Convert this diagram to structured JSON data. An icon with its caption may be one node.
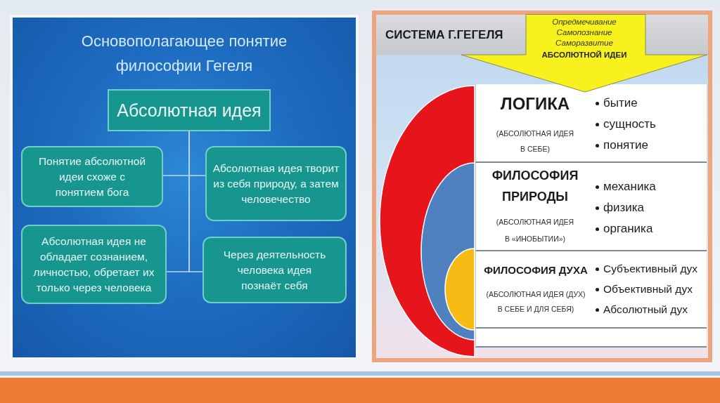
{
  "diagram": {
    "nodes": [
      {
        "text": [
          "Основополагающее понятие философии Гегеля"
        ]
      },
      {
        "text": [
          "Абсолютная идея"
        ],
        "in": 0
      },
      {
        "text": [
          "Понятие абсолютной идеи схоже с понятием бога"
        ],
        "in": 0
      },
      {
        "text": [
          "Абсолютная идея творит из себя природу, а затем человечество"
        ],
        "in": 0
      },
      {
        "text": [
          "Абсолютная идея не обладает сознанием, личностью, обретает их только через человека"
        ],
        "in": 0
      },
      {
        "text": [
          "Через деятельность человека идея познаёт себя"
        ],
        "in": 0
      },
      {
        "text": [
          "СИСТЕМА Г.ГЕГЕЛЯ"
        ]
      },
      {
        "text": [
          "Опредмечивание Самопознание Саморазвитие",
          "АБСОЛЮТНОЙ ИДЕИ"
        ],
        "in": 6
      },
      {
        "text": [
          "ЛОГИКА",
          "(АБСОЛЮТНАЯ ИДЕЯ В СЕБЕ)",
          "бытие",
          "сущность",
          "понятие"
        ],
        "in": 6
      },
      {
        "text": [
          "ФИЛОСОФИЯ ПРИРОДЫ",
          "(АБСОЛЮТНАЯ ИДЕЯ В «ИНОБЫТИИ»)",
          "механика",
          "физика",
          "органика"
        ],
        "in": 6
      },
      {
        "text": [
          "ФИЛОСОФИЯ ДУХА",
          "(АБСОЛЮТНАЯ ИДЕЯ (ДУХ) В СЕБЕ И ДЛЯ СЕБЯ)",
          "Субъективный дух",
          "Объективный дух",
          "Абсолютный дух"
        ],
        "in": 6
      },
      {
        "text": [],
        "shape": "box",
        "in": 6
      }
    ],
    "edges": [
      {
        "from": 1,
        "to": 2,
        "arrow": "none"
      },
      {
        "from": 1,
        "to": 3,
        "arrow": "none"
      },
      {
        "from": 1,
        "to": 4,
        "arrow": "none"
      },
      {
        "from": 1,
        "to": 5,
        "arrow": "none"
      }
    ]
  }
}
